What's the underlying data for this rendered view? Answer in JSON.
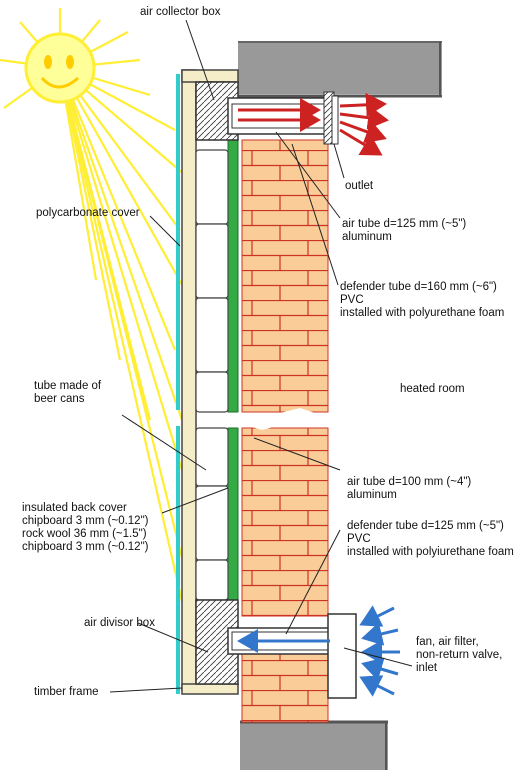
{
  "labels": {
    "air_collector_box": "air collector box",
    "outlet": "outlet",
    "polycarbonate_cover": "polycarbonate cover",
    "air_tube_top": "air tube d=125 mm (~5\")\naluminum",
    "defender_tube_top": "defender tube d=160 mm (~6\")\nPVC\ninstalled with polyurethane foam",
    "tube_beer_cans": "tube made of\nbeer cans",
    "heated_room": "heated room",
    "insulated_back_cover": "insulated back cover\nchipboard 3 mm (~0.12\")\nrock wool 36 mm (~1.5\")\nchipboard 3 mm (~0.12\")",
    "air_tube_bottom": "air tube d=100 mm (~4\")\naluminum",
    "defender_tube_bottom": "defender tube d=125 mm (~5\")\nPVC\ninstalled with polyiurethane foam",
    "air_divisor_box": "air divisor box",
    "fan_inlet": "fan, air filter,\nnon-return valve,\ninlet",
    "timber_frame": "timber frame"
  },
  "colors": {
    "brick": "#f9cc98",
    "mortar": "#cc3322",
    "cover": "#33cccc",
    "insulation": "#33aa44",
    "sun": "#ffee33",
    "hot_air": "#cc2222",
    "cold_air": "#3377cc",
    "concrete": "#999999",
    "timber": "#f5ecc8"
  }
}
